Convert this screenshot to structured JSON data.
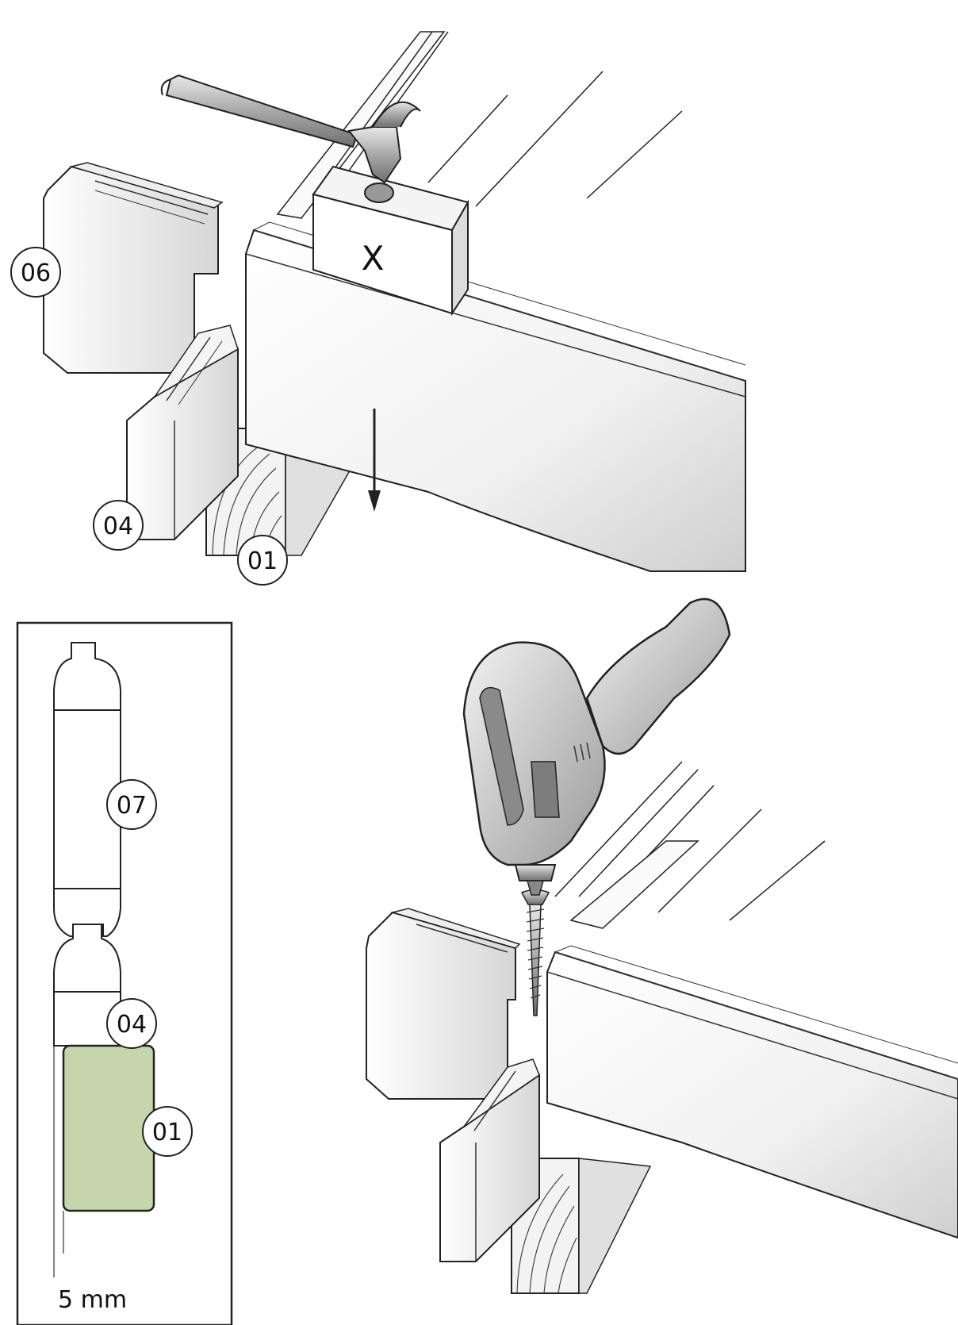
{
  "callouts": {
    "top_left_board": "06",
    "top_lower_board": "04",
    "top_joist": "01",
    "section_upper_board": "07",
    "section_lower_board": "04",
    "section_joist": "01"
  },
  "block_label": "X",
  "section_dimension": "5 mm",
  "colors": {
    "joist_fill": "#c5d6ad",
    "line": "#1a1a1a",
    "board_shade": "#d9d9d9"
  }
}
